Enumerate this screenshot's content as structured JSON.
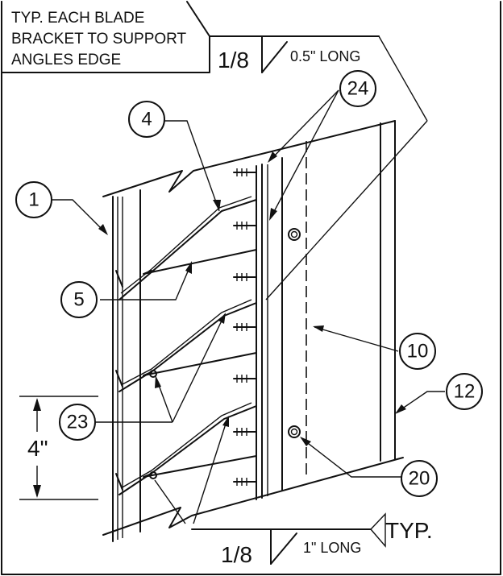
{
  "notes": {
    "line1": "TYP. EACH BLADE",
    "line2": "BRACKET TO SUPPORT",
    "line3": "ANGLES EDGE"
  },
  "weld_top": {
    "size": "1/8",
    "length": "0.5\" LONG"
  },
  "weld_bottom": {
    "size": "1/8",
    "length": "1\" LONG",
    "suffix": "TYP."
  },
  "callouts": {
    "c1": "1",
    "c4": "4",
    "c5": "5",
    "c10": "10",
    "c12": "12",
    "c20": "20",
    "c23": "23",
    "c24": "24"
  },
  "dimension": {
    "value": "4\""
  }
}
